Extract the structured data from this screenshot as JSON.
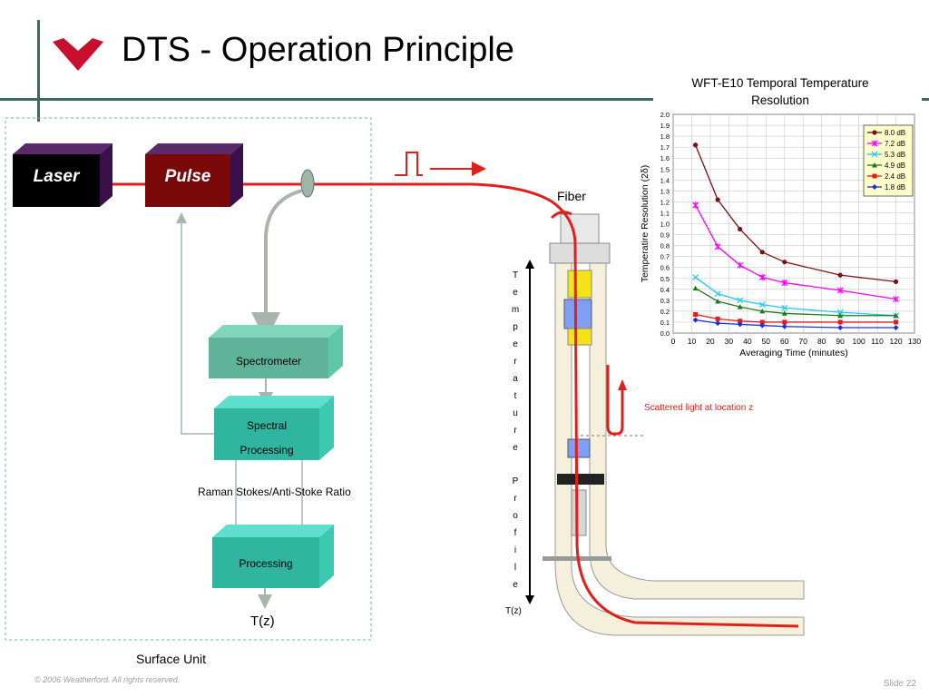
{
  "title": "DTS - Operation Principle",
  "diagram": {
    "laser": "Laser",
    "pulse": "Pulse",
    "spectrometer": "Spectrometer",
    "spectral_processing_line1": "Spectral",
    "spectral_processing_line2": "Processing",
    "ratio_label": "Raman Stokes/Anti-Stoke Ratio",
    "processing": "Processing",
    "tz_output": "T(z)",
    "surface_unit": "Surface Unit",
    "fiber": "Fiber",
    "scattered_light": "Scattered light at location z",
    "temperature_profile": "Temperature Profile",
    "tz_small": "T(z)"
  },
  "footer": {
    "copyright": "© 2006 Weatherford. All rights reserved.",
    "slide": "Slide 22"
  },
  "colors": {
    "fiber_red": "#e0201b",
    "accent_green": "#3d6b5a",
    "logo_red": "#c8102e"
  },
  "chart_data": {
    "type": "line",
    "title": "WFT-E10 Temporal Temperature Resolution",
    "xlabel": "Averaging Time (minutes)",
    "ylabel": "Temperatire Resolution (2δ)",
    "xlim": [
      0,
      130
    ],
    "ylim": [
      0,
      2.0
    ],
    "xticks": [
      0,
      10,
      20,
      30,
      40,
      50,
      60,
      70,
      80,
      90,
      100,
      110,
      120,
      130
    ],
    "yticks": [
      0.0,
      0.1,
      0.2,
      0.3,
      0.4,
      0.5,
      0.6,
      0.7,
      0.8,
      0.9,
      1.0,
      1.1,
      1.2,
      1.3,
      1.4,
      1.5,
      1.6,
      1.7,
      1.8,
      1.9,
      2.0
    ],
    "grid": true,
    "legend": "top-right",
    "x": [
      12,
      24,
      36,
      48,
      60,
      90,
      120
    ],
    "series": [
      {
        "name": "8.0 dB",
        "color": "#7b1010",
        "marker": "circle",
        "values": [
          1.72,
          1.22,
          0.95,
          0.74,
          0.65,
          0.53,
          0.47
        ]
      },
      {
        "name": "7.2 dB",
        "color": "#ff00ff",
        "marker": "star",
        "values": [
          1.17,
          0.79,
          0.62,
          0.51,
          0.46,
          0.39,
          0.31
        ]
      },
      {
        "name": "5.3 dB",
        "color": "#22c7f0",
        "marker": "cross",
        "values": [
          0.51,
          0.36,
          0.3,
          0.26,
          0.23,
          0.19,
          0.16
        ]
      },
      {
        "name": "4.9 dB",
        "color": "#1e7a1e",
        "marker": "triangle",
        "values": [
          0.41,
          0.29,
          0.24,
          0.2,
          0.18,
          0.16,
          0.16
        ]
      },
      {
        "name": "2.4 dB",
        "color": "#e41b1b",
        "marker": "square",
        "values": [
          0.17,
          0.13,
          0.11,
          0.1,
          0.1,
          0.1,
          0.1
        ]
      },
      {
        "name": "1.8 dB",
        "color": "#1f2fcf",
        "marker": "diamond",
        "values": [
          0.12,
          0.09,
          0.08,
          0.07,
          0.06,
          0.05,
          0.05
        ]
      }
    ]
  }
}
